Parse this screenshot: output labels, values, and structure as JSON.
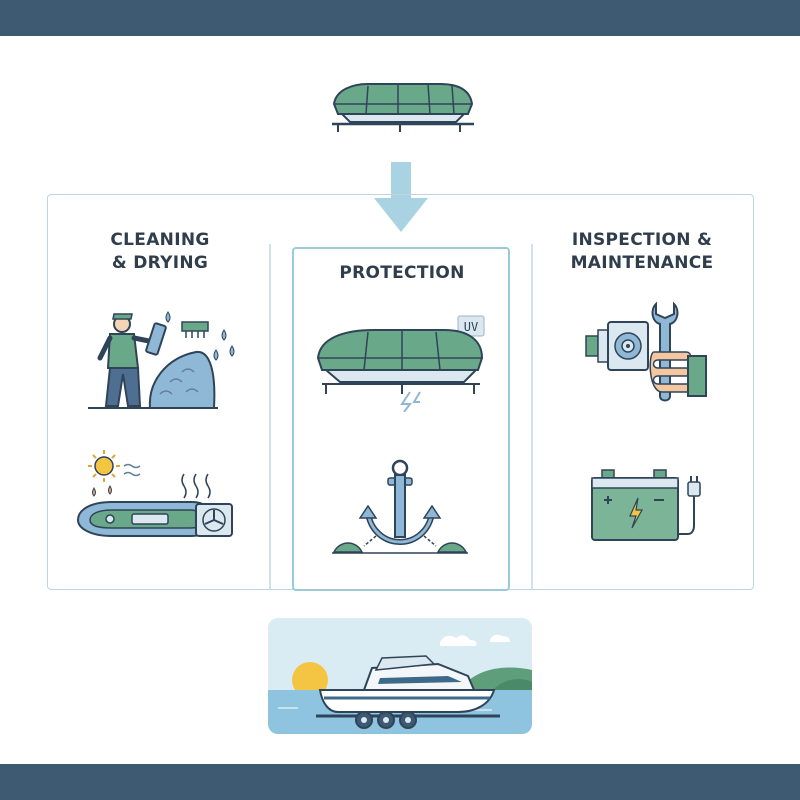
{
  "sections": {
    "cleaning": {
      "heading": "CLEANING\n& DRYING"
    },
    "protection": {
      "heading": "PROTECTION",
      "badge": "UV"
    },
    "inspection": {
      "heading": "INSPECTION &\nMAINTENANCE"
    }
  },
  "icons": [
    "covered-boat-on-trailer-icon",
    "down-arrow-icon",
    "person-washing-boat-icon",
    "sun-icon",
    "boat-drying-fan-icon",
    "boat-cover-icon",
    "anchor-icon",
    "engine-part-icon",
    "wrench-hand-icon",
    "battery-icon",
    "boat-on-trailer-lake-scene"
  ],
  "colors": {
    "band": "#3e5a72",
    "green": "#6aa88a",
    "blue": "#8fb8d6",
    "outline": "#2f4458",
    "arrow": "#a9d2e3"
  }
}
